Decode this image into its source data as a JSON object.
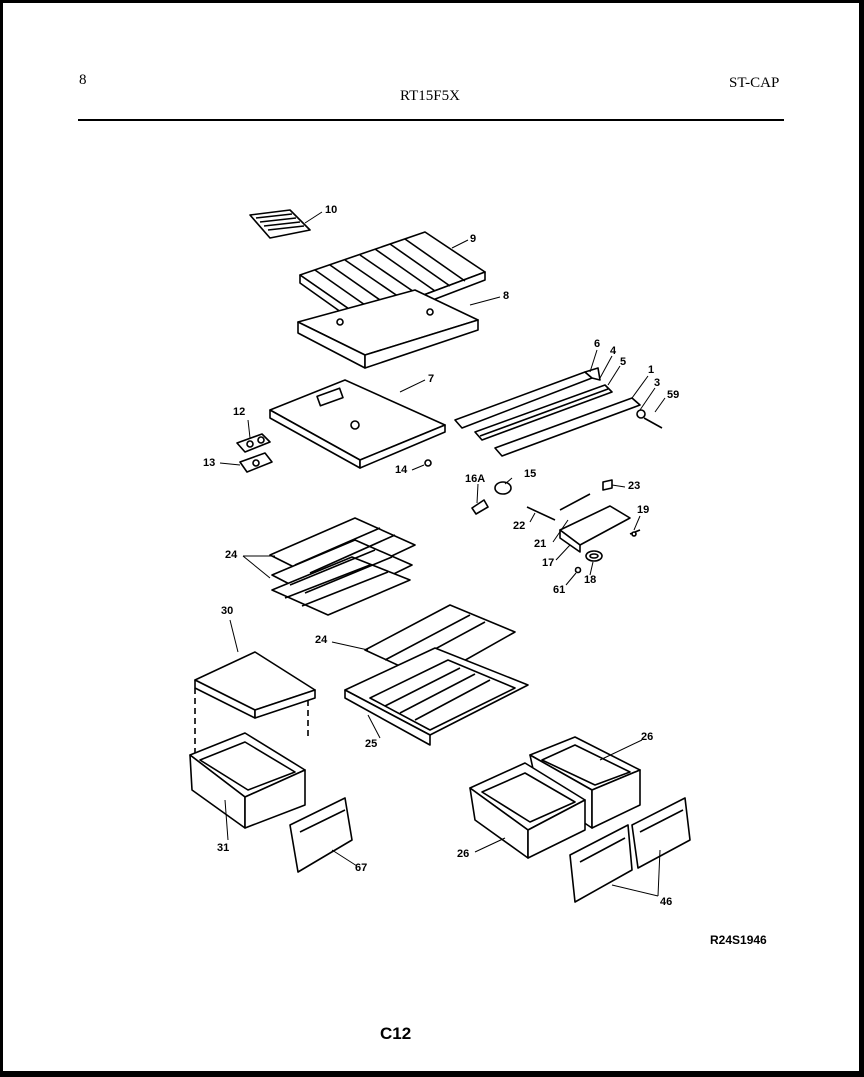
{
  "header": {
    "left_code": "8",
    "model": "RT15F5X",
    "right_code": "ST-CAP"
  },
  "diagram": {
    "title": "",
    "part_labels": [
      "10",
      "9",
      "8",
      "7",
      "6",
      "4",
      "5",
      "1",
      "3",
      "59",
      "12",
      "13",
      "14",
      "16A",
      "15",
      "23",
      "22",
      "21",
      "19",
      "17",
      "18",
      "61",
      "24",
      "24",
      "30",
      "25",
      "26",
      "31",
      "26",
      "67",
      "46"
    ]
  },
  "footer": {
    "drawing_code": "R24S1946",
    "page_code": "C12"
  }
}
